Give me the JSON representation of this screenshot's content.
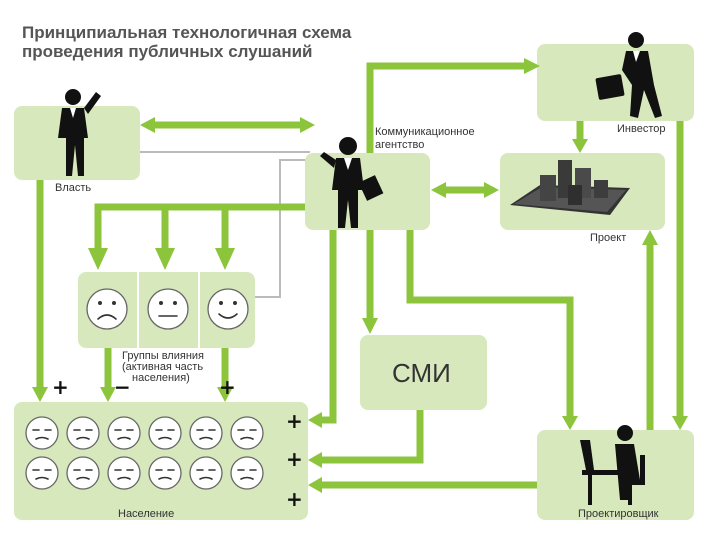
{
  "diagram": {
    "title_line1": "Принципиальная технологичная схема",
    "title_line2": "проведения публичных слушаний",
    "nodes": {
      "vlast": "Власть",
      "agency_line1": "Коммуникационное",
      "agency_line2": "агентство",
      "investor": "Инвестор",
      "project": "Проект",
      "smi": "СМИ",
      "groups_line1": "Группы влияния",
      "groups_line2": "(активная часть",
      "groups_line3": "населения)",
      "population": "Население",
      "designer": "Проектировщик"
    },
    "signs": {
      "plus": "+",
      "minus": "−"
    },
    "colors": {
      "box": "#d8e8bd",
      "arrow": "#8cc43c",
      "connector": "#bbbbbb"
    }
  }
}
